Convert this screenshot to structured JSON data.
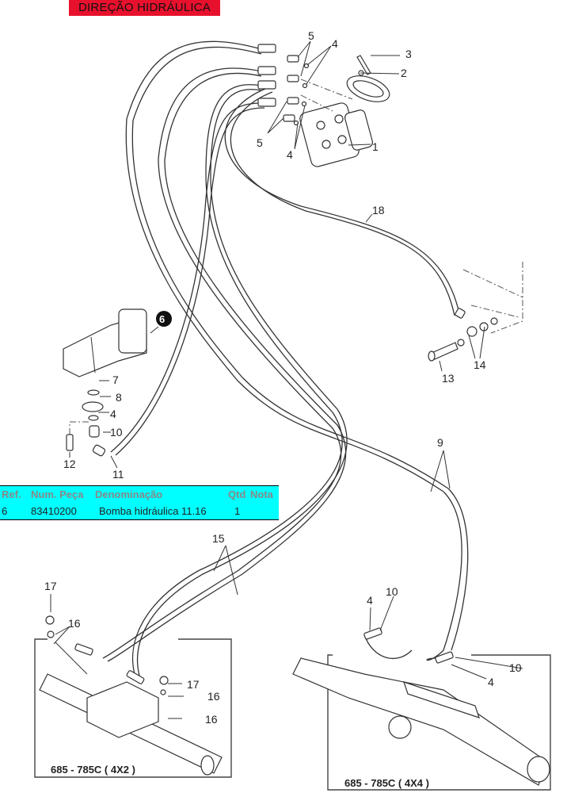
{
  "title": "DIREÇÃO HIDRÁULICA",
  "colors": {
    "title_bg": "#e8112d",
    "table_bg": "#00ffff",
    "header_text": "#888888"
  },
  "callouts": {
    "c1": "1",
    "c2": "2",
    "c3": "3",
    "c4a": "4",
    "c4b": "4",
    "c4c": "4",
    "c4d": "4",
    "c4e": "4",
    "c5a": "5",
    "c5b": "5",
    "c6": "6",
    "c7": "7",
    "c8": "8",
    "c9": "9",
    "c10a": "10",
    "c10b": "10",
    "c10c": "10",
    "c11": "11",
    "c12": "12",
    "c13": "13",
    "c14": "14",
    "c15": "15",
    "c16a": "16",
    "c16b": "16",
    "c16c": "16",
    "c17a": "17",
    "c17b": "17",
    "c18": "18"
  },
  "axle_labels": {
    "left": "685 - 785C  ( 4X2 )",
    "right": "685 - 785C ( 4X4 )"
  },
  "parts_table": {
    "headers": {
      "ref": "Ref.",
      "num": "Num. Peça",
      "name": "Denominação",
      "qty": "Qtd",
      "note": "Nota"
    },
    "rows": [
      {
        "ref": "6",
        "num": "83410200",
        "name": "Bomba hidráulica 11.16",
        "qty": "1",
        "note": ""
      }
    ]
  }
}
